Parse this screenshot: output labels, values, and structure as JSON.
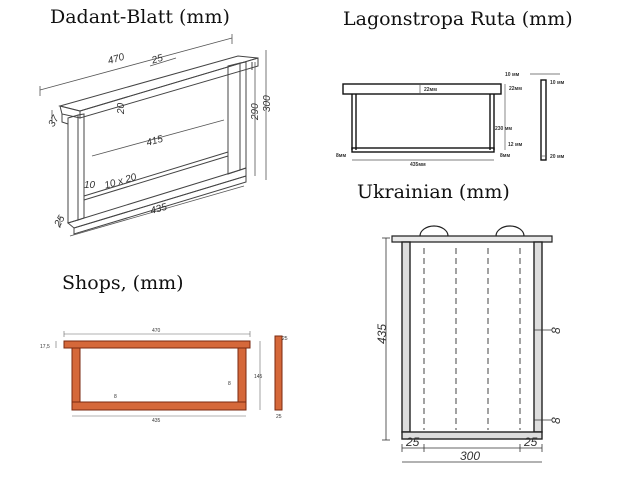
{
  "titles": {
    "dadant": "Dadant-Blatt (mm)",
    "lagonstropa": "Lagonstropa Ruta (mm)",
    "ukrainian": "Ukrainian (mm)",
    "shops": "Shops, (mm)"
  },
  "dadant": {
    "top_bar_length": "470",
    "lug_length": "25",
    "total_height": "300",
    "inner_height": "290",
    "top_bar_thickness": "37",
    "lug_depth": "20",
    "inner_width": "415",
    "bottom_bar_section": "10 x 20",
    "side_thickness": "10",
    "outer_width": "435",
    "bottom_thickness": "25"
  },
  "lagonstropa": {
    "top_bar_thickness": "22мм",
    "lug_top": "10 мм",
    "lug_side": "22мм",
    "inner_height": "230 мм",
    "bottom_gap": "12 мм",
    "bottom_thickness": "8мм",
    "left_side": "8мм",
    "outer_width": "435мм",
    "side_top": "10 мм",
    "side_width": "20 мм"
  },
  "ukrainian": {
    "height": "435",
    "side_thickness": "8",
    "bottom_thickness": "8",
    "left_width": "25",
    "center_width": "300",
    "right_width": "25"
  },
  "shops": {
    "top_bar_length": "470",
    "top_bar_thickness": "17,5",
    "height": "145",
    "side": "8",
    "bottom": "8",
    "outer_width": "435",
    "side_depth": "25",
    "bar_width": "25"
  },
  "colors": {
    "shops_wood": "#d5683a",
    "shops_outline": "#7a2a10",
    "line": "#333333"
  }
}
